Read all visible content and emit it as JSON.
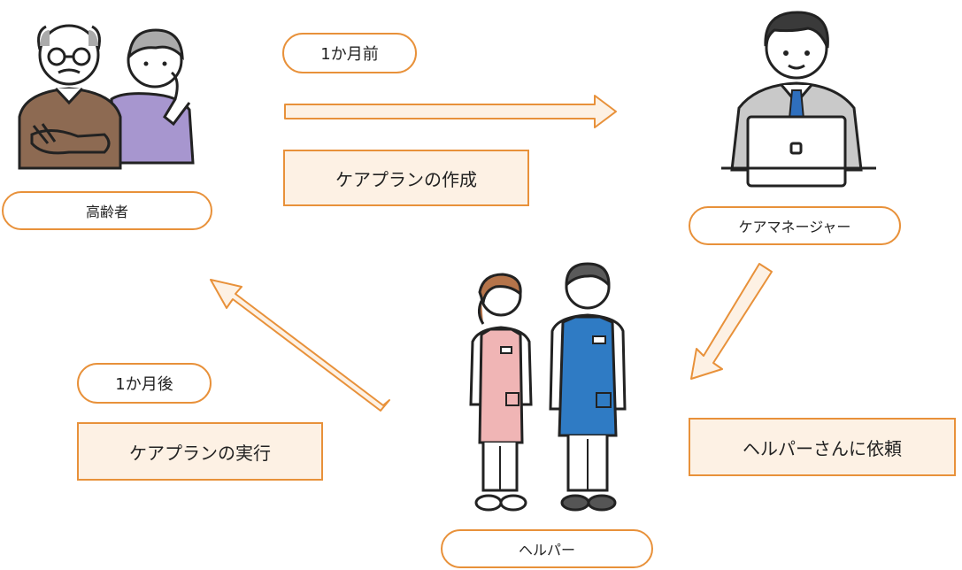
{
  "nodes": {
    "elderly": {
      "label": "高齢者"
    },
    "care_manager": {
      "label": "ケアマネージャー"
    },
    "helper": {
      "label": "ヘルパー"
    }
  },
  "steps": {
    "one_month_before": {
      "tag": "1か月前",
      "action": "ケアプランの作成"
    },
    "request": {
      "action": "ヘルパーさんに依頼"
    },
    "one_month_after": {
      "tag": "1か月後",
      "action": "ケアプランの実行"
    }
  },
  "colors": {
    "accent": "#e8913a",
    "box_fill": "#fdf1e4",
    "arrow_fill": "#fdf1e4"
  }
}
